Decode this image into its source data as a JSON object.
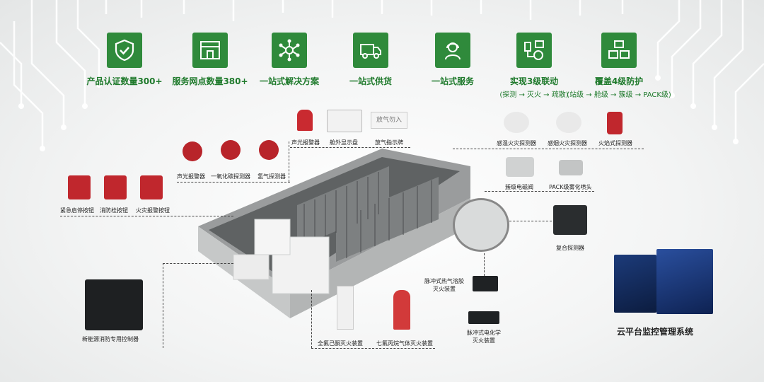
{
  "features": [
    {
      "icon": "shield-check-icon",
      "label": "产品认证数量300+",
      "sub": ""
    },
    {
      "icon": "store-icon",
      "label": "服务网点数量380+",
      "sub": ""
    },
    {
      "icon": "network-hub-icon",
      "label": "一站式解决方案",
      "sub": ""
    },
    {
      "icon": "delivery-truck-icon",
      "label": "一站式供货",
      "sub": ""
    },
    {
      "icon": "customer-service-icon",
      "label": "一站式服务",
      "sub": ""
    },
    {
      "icon": "linkage-icon",
      "label": "实现3级联动",
      "sub": "(探测 → 灭火 → 疏散)"
    },
    {
      "icon": "boxes-icon",
      "label": "覆盖4级防护",
      "sub": "(站级 → 舱级 → 簇级 → PACK级)"
    }
  ],
  "components": {
    "emergency_stop": "紧急启停按钮",
    "fire_hydrant_button": "消防栓按钮",
    "fire_alarm_button": "火灾报警按钮",
    "sound_light_alarm_left": "声光报警器",
    "co_detector": "一氧化碳探测器",
    "h2_detector": "氢气探测器",
    "sound_light_alarm_top": "声光报警器",
    "cabin_display": "舱外显示盘",
    "gas_release_sign": "放气指示牌",
    "gas_release_sign_text": "放气勿入",
    "temp_detector": "感温火灾探测器",
    "smoke_detector": "感烟火灾探测器",
    "flame_detector": "火焰式探测器",
    "cluster_valve": "簇级电磁阀",
    "pack_nozzle": "PACK级雾化喷头",
    "composite_detector": "复合探测器",
    "thermal_aerosol": "脉冲式热气溶胶\n灭火装置",
    "electrochemical": "脉冲式电化学\n灭火装置",
    "perfluorohexanone": "全氟己酮灭火装置",
    "hfc227ea": "七氟丙烷气体灭火装置",
    "controller": "新能源消防专用控制器",
    "cloud_platform": "云平台监控管理系统"
  }
}
